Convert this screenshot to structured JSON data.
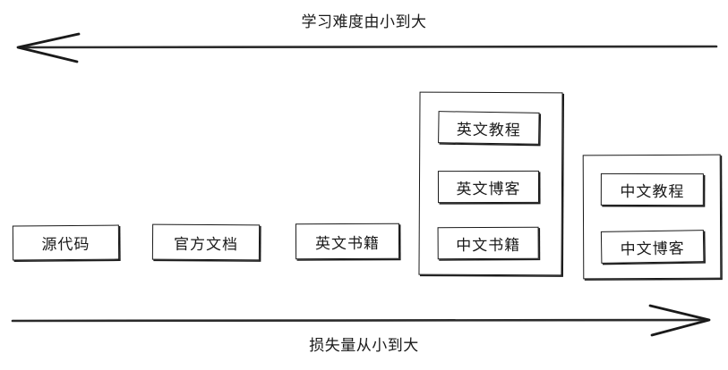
{
  "diagram": {
    "top_axis": {
      "label": "学习难度由小到大",
      "direction": "left",
      "arrow_icon": "arrow-left-icon"
    },
    "bottom_axis": {
      "label": "损失量从小到大",
      "direction": "right",
      "arrow_icon": "arrow-right-icon"
    },
    "standalone_nodes": [
      {
        "label": "源代码"
      },
      {
        "label": "官方文档"
      },
      {
        "label": "英文书籍"
      }
    ],
    "groups": [
      {
        "name": "group-one",
        "nodes": [
          {
            "label": "英文教程"
          },
          {
            "label": "英文博客"
          },
          {
            "label": "中文书籍"
          }
        ]
      },
      {
        "name": "group-two",
        "nodes": [
          {
            "label": "中文教程"
          },
          {
            "label": "中文博客"
          }
        ]
      }
    ],
    "colors": {
      "stroke": "#1a1a1a",
      "background": "#ffffff",
      "text": "#1a1a1a"
    }
  }
}
